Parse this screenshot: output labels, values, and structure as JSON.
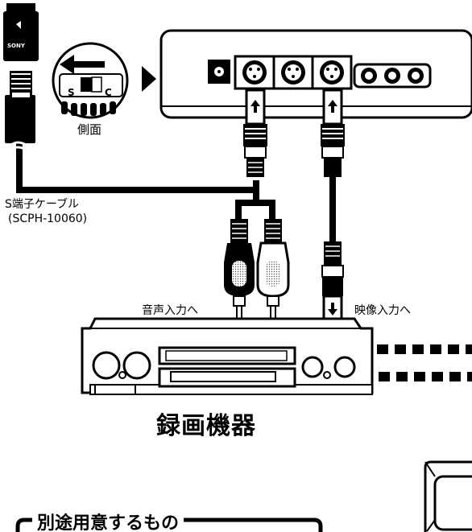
{
  "labels": {
    "side": "側面",
    "switch_s": "S",
    "switch_c": "C",
    "cable_name": "S端子ケーブル",
    "cable_model": "(SCPH-10060)",
    "audio_in": "音声入力へ",
    "video_in": "映像入力へ",
    "device": "録画機器",
    "prepare": "別途用意するもの",
    "sony": "SONY"
  }
}
